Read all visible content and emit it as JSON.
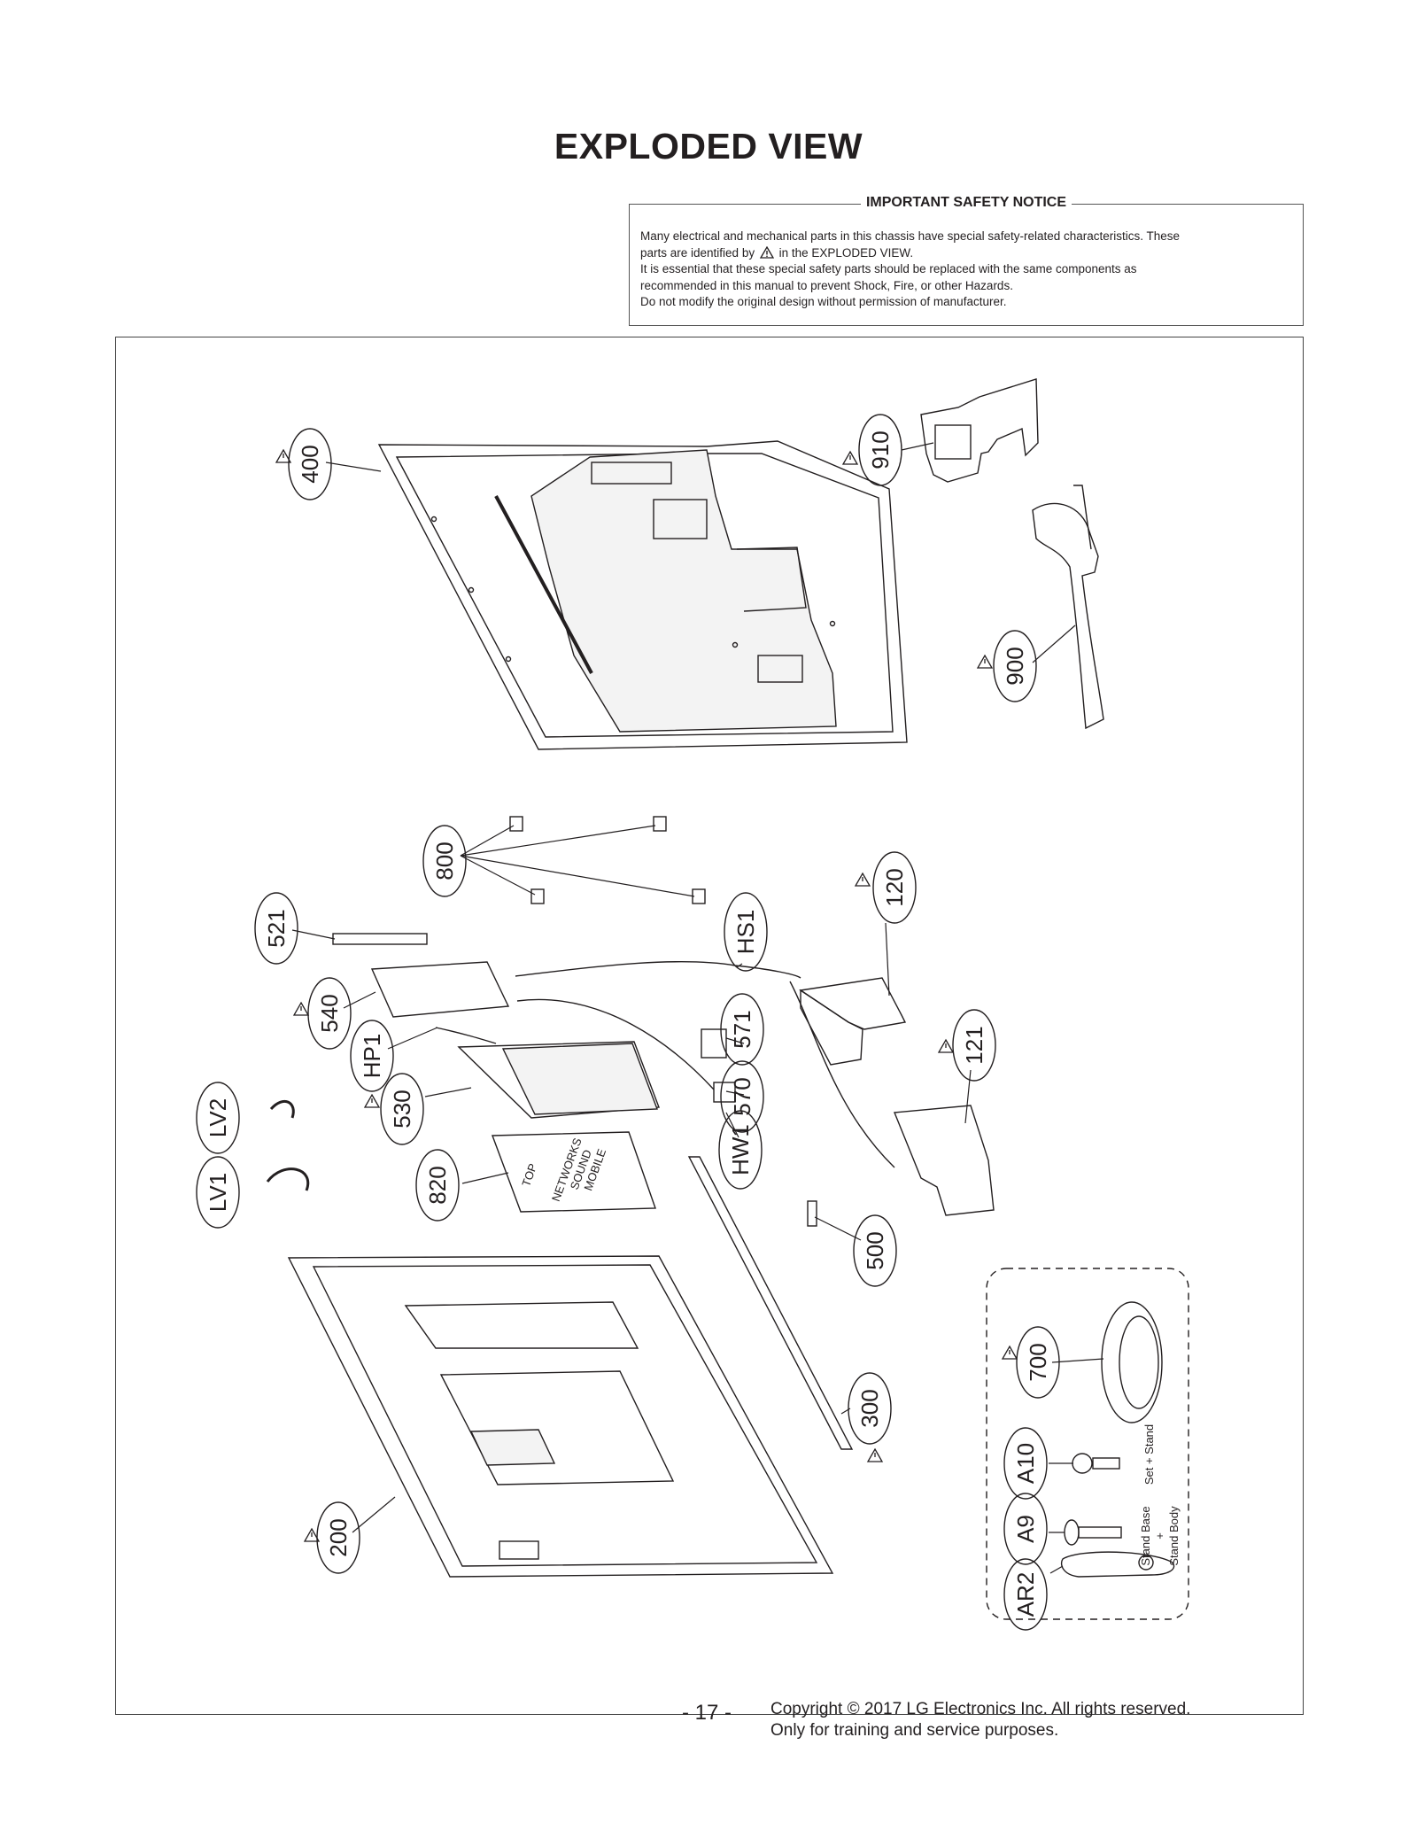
{
  "page": {
    "title": "EXPLODED VIEW",
    "page_number": "- 17 -",
    "copyright_line1": "Copyright © 2017 LG Electronics Inc. All rights reserved.",
    "copyright_line2": "Only for training and service purposes."
  },
  "notice": {
    "heading": "IMPORTANT SAFETY NOTICE",
    "line1": "Many electrical and mechanical parts in this chassis have special safety-related characteristics. These",
    "line2a": "parts are identified by",
    "line2b": "in the EXPLODED VIEW.",
    "line3": "It is essential that these special safety parts should be replaced with the same components as",
    "line4": "recommended in this manual to prevent Shock, Fire, or other Hazards.",
    "line5": "Do not modify the original design without permission of manufacturer."
  },
  "parts": [
    {
      "id": "400",
      "safety": true
    },
    {
      "id": "910",
      "safety": true
    },
    {
      "id": "900",
      "safety": true
    },
    {
      "id": "800",
      "safety": false
    },
    {
      "id": "521",
      "safety": false
    },
    {
      "id": "HS1",
      "safety": false
    },
    {
      "id": "120",
      "safety": true
    },
    {
      "id": "540",
      "safety": true
    },
    {
      "id": "571",
      "safety": false
    },
    {
      "id": "HP1",
      "safety": false
    },
    {
      "id": "121",
      "safety": true
    },
    {
      "id": "530",
      "safety": true
    },
    {
      "id": "570",
      "safety": false
    },
    {
      "id": "LV2",
      "safety": false
    },
    {
      "id": "HW1",
      "safety": false
    },
    {
      "id": "LV1",
      "safety": false
    },
    {
      "id": "820",
      "safety": false
    },
    {
      "id": "500",
      "safety": false
    },
    {
      "id": "700",
      "safety": true
    },
    {
      "id": "300",
      "safety": true
    },
    {
      "id": "A10",
      "safety": false
    },
    {
      "id": "A9",
      "safety": false
    },
    {
      "id": "200",
      "safety": true
    },
    {
      "id": "AR2",
      "safety": false
    }
  ],
  "accessory_notes": {
    "a10": "Set + Stand",
    "a9_line1": "Stand Base",
    "a9_line2": "+",
    "a9_line3": "Stand Body"
  },
  "sheet_text": {
    "top_label": "TOP",
    "sheet_lines": [
      "NETWORKS",
      "SOUND",
      "MOBILE"
    ]
  }
}
